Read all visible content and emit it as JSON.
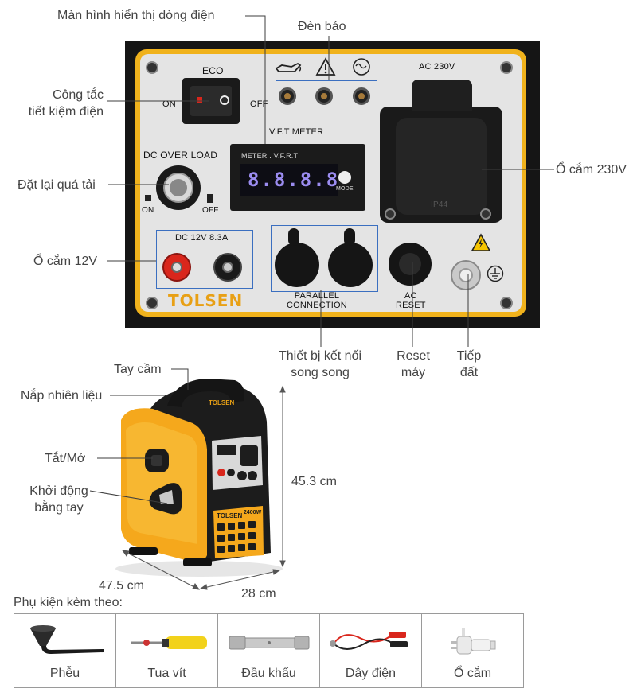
{
  "panel": {
    "eco": "ECO",
    "on": "ON",
    "off": "OFF",
    "vft": "V.F.T METER",
    "meter": "METER . V.F.R.T",
    "display": "8.8.8.8",
    "mode": "MODE",
    "dc_overload": "DC OVER LOAD",
    "overload_on": "ON",
    "overload_off": "OFF",
    "dc_label": "DC 12V 8.3A",
    "ac_label": "AC 230V",
    "parallel": "PARALLEL\nCONNECTION",
    "ac_reset": "AC\nRESET",
    "brand": "TOLSEN",
    "socket_code": "IP44"
  },
  "labels": {
    "display": "Màn hình  hiển thị dòng điện",
    "indicator": "Đèn báo",
    "eco_switch": "Công tắc\ntiết kiệm điện",
    "overload_reset": "Đặt lại quá tải",
    "socket_12v": "Ổ cắm 12V",
    "socket_230v": "Ổ cắm 230V",
    "parallel": "Thiết bị kết nối\nsong song",
    "reset": "Reset\nmáy",
    "ground": "Tiếp\nđất",
    "handle": "Tay cầm",
    "fuel_cap": "Nắp nhiên liệu",
    "onoff": "Tắt/Mở",
    "manual_start": "Khởi động\nbằng tay"
  },
  "dimensions": {
    "height": "45.3 cm",
    "length": "47.5 cm",
    "width": "28 cm"
  },
  "generator": {
    "brand": "TOLSEN",
    "model": "2400W"
  },
  "accessories": {
    "title": "Phụ kiện kèm theo:",
    "items": [
      "Phễu",
      "Tua vít",
      "Đầu khẩu",
      "Dây điện",
      "Ổ cắm"
    ]
  },
  "colors": {
    "panel_bg": "#e4e4e4",
    "frame": "#111111",
    "border_yellow": "#f0b21c",
    "generator_yellow": "#f5a81c",
    "display_text": "#9b8cf0",
    "red_terminal": "#d9261c"
  }
}
